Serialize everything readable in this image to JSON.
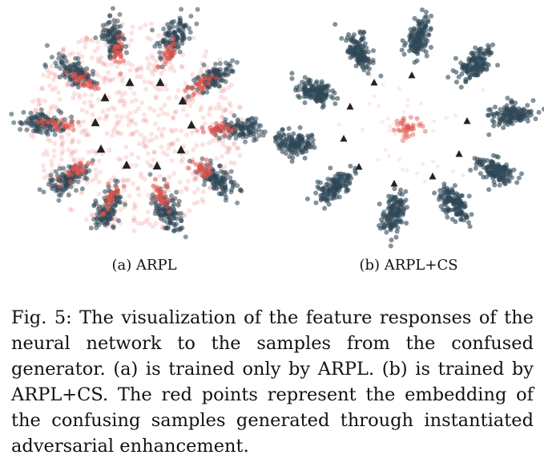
{
  "figure": {
    "subfigures": [
      {
        "id": "a",
        "label": "(a)  ARPL"
      },
      {
        "id": "b",
        "label": "(b)  ARPL+CS"
      }
    ],
    "caption": "Fig. 5: The visualization of the feature responses of the neural network to the samples from the confused generator. (a) is trained only by ARPL. (b) is trained by ARPL+CS. The red points represent the embedding of the confusing samples generated through instantiated adversarial enhancement."
  },
  "colors": {
    "cluster": "#2f4756",
    "confused": "#e0524a",
    "prototype": "#222222"
  }
}
